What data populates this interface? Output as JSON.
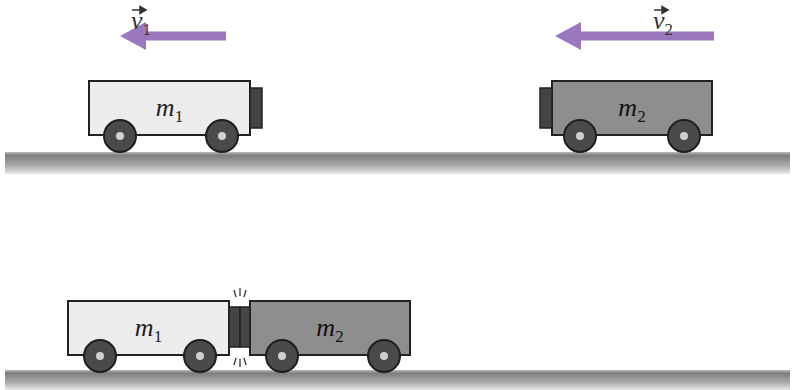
{
  "diagram": {
    "nodes": [
      {
        "text": [
          "m1"
        ]
      },
      {
        "text": [
          "m2"
        ]
      },
      {
        "text": [
          "m1"
        ]
      },
      {
        "text": [
          "m2"
        ]
      }
    ],
    "labels": [
      "v1",
      "v2"
    ]
  }
}
